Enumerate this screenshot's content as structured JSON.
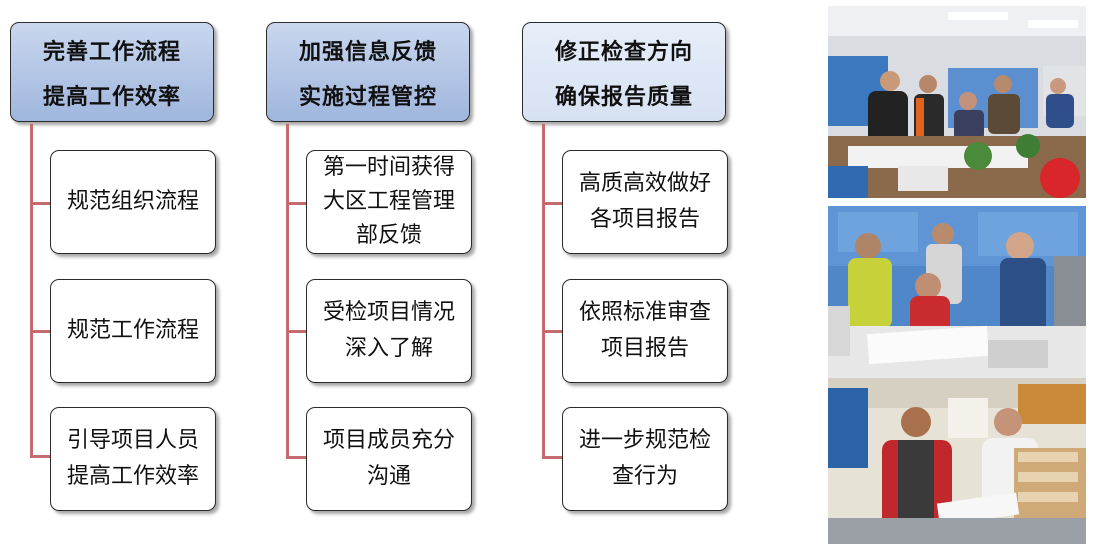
{
  "columns": [
    {
      "header": [
        "完善工作流程",
        "提高工作效率"
      ],
      "items": [
        [
          "规范组织流程"
        ],
        [
          "规范工作流程"
        ],
        [
          "引导项目人员",
          "提高工作效率"
        ]
      ]
    },
    {
      "header": [
        "加强信息反馈",
        "实施过程管控"
      ],
      "items": [
        [
          "第一时间获得",
          "大区工程管理",
          "部反馈"
        ],
        [
          "受检项目情况",
          "深入了解"
        ],
        [
          "项目成员充分",
          "沟通"
        ]
      ]
    },
    {
      "header": [
        "修正检查方向",
        "确保报告质量"
      ],
      "items": [
        [
          "高质高效做好",
          "各项目报告"
        ],
        [
          "依照标准审查",
          "项目报告"
        ],
        [
          "进一步规范检",
          "查行为"
        ]
      ]
    }
  ],
  "colors": {
    "header_blue": "#9fb6dd",
    "header_pale": "#d6e1f2",
    "connector": "#c56a6e"
  }
}
